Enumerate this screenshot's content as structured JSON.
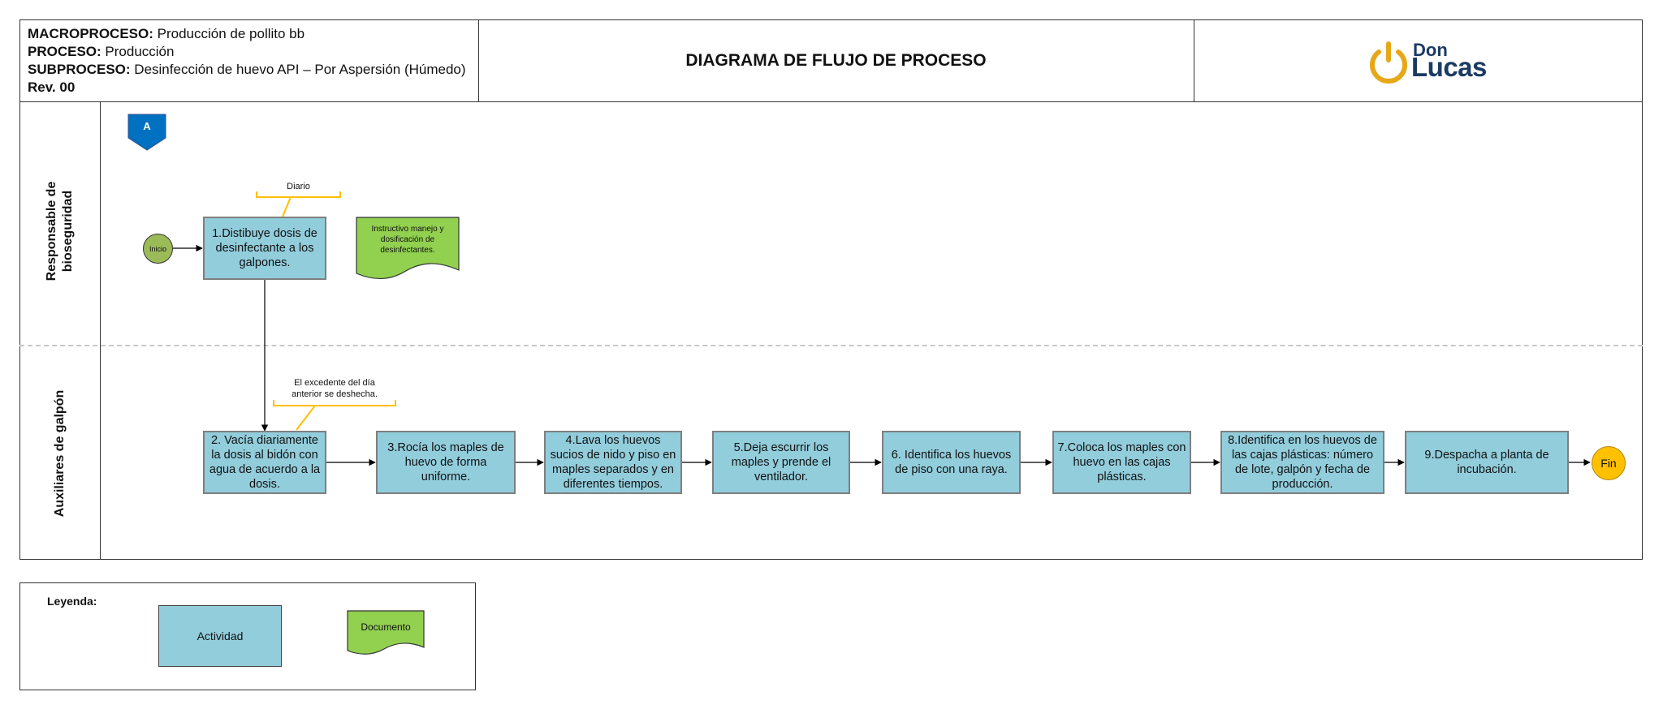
{
  "header": {
    "macroproceso_label": "MACROPROCESO:",
    "macroproceso_value": " Producción de pollito bb",
    "proceso_label": "PROCESO:",
    "proceso_value": " Producción",
    "subproceso_label": "SUBPROCESO:",
    "subproceso_value": " Desinfección de huevo API – Por Aspersión (Húmedo)",
    "revision": "Rev. 00",
    "title": "DIAGRAMA DE FLUJO DE  PROCESO",
    "logo_line1": "Don",
    "logo_line2": "Lucas"
  },
  "connector": {
    "label": "A"
  },
  "lanes": [
    {
      "label_line1": "Responsable de",
      "label_line2": "bioseguridad"
    },
    {
      "label_line1": "Auxiliares de galpón"
    }
  ],
  "start": {
    "label": "Inicio"
  },
  "end": {
    "label": "Fin"
  },
  "notes": {
    "diario": "Diario",
    "excedente_line1": "El excedente del día",
    "excedente_line2": "anterior se deshecha."
  },
  "document": {
    "line1": "Instructivo manejo y",
    "line2": "dosificación de",
    "line3": "desinfectantes."
  },
  "steps": [
    {
      "id": "1",
      "text": "1.Distibuye dosis de desinfectante a los galpones."
    },
    {
      "id": "2",
      "text": "2. Vacía diariamente la dosis al bidón con agua de acuerdo a la dosis."
    },
    {
      "id": "3",
      "text": "3.Rocía los maples de huevo de forma uniforme."
    },
    {
      "id": "4",
      "text": "4.Lava los huevos sucios de nido y piso en maples separados y en diferentes tiempos."
    },
    {
      "id": "5",
      "text": "5.Deja escurrir los maples y prende el ventilador."
    },
    {
      "id": "6",
      "text": "6. Identifica los huevos de piso con una raya."
    },
    {
      "id": "7",
      "text": "7.Coloca los maples con huevo en las cajas plásticas."
    },
    {
      "id": "8",
      "text": "8.Identifica en los huevos de las cajas plásticas: número de lote, galpón y fecha de producción."
    },
    {
      "id": "9",
      "text": "9.Despacha a planta de incubación."
    }
  ],
  "legend": {
    "title": "Leyenda:",
    "activity": "Actividad",
    "document": "Documento"
  },
  "colors": {
    "activity_fill": "#92cddc",
    "document_fill": "#92d050",
    "start_fill": "#9bbb59",
    "end_fill": "#ffc000",
    "connector_fill": "#0070c0",
    "annotation": "#ffc000",
    "logo_navy": "#1b3b63",
    "logo_gold": "#e6a817"
  }
}
